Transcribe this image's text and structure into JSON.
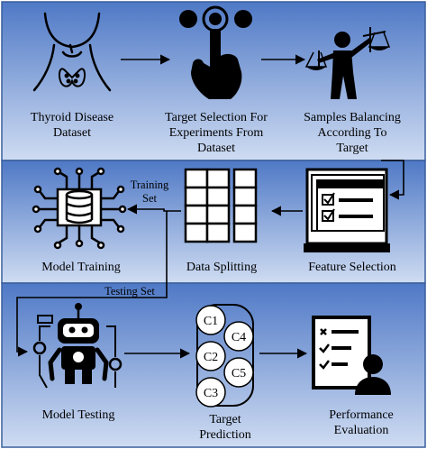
{
  "colors": {
    "panel_top": "#4f79c6",
    "panel_bottom": "#cfdcf2",
    "panel_border": "#3a5f9c",
    "ink": "#000000",
    "arrow": "#000000"
  },
  "nodes": {
    "thyroid_dataset": {
      "label": "Thyroid Disease\nDataset",
      "icon": "thyroid-neck-icon"
    },
    "target_selection": {
      "label": "Target Selection For\nExperiments From\nDataset",
      "icon": "tap-hand-icon"
    },
    "samples_balancing": {
      "label": "Samples Balancing\nAccording To\nTarget",
      "icon": "balance-person-icon"
    },
    "feature_selection": {
      "label": "Feature Selection",
      "icon": "checklist-windows-icon"
    },
    "data_splitting": {
      "label": "Data Splitting",
      "icon": "grid-split-icon"
    },
    "model_training": {
      "label": "Model Training",
      "icon": "circuit-database-icon"
    },
    "model_testing": {
      "label": "Model Testing",
      "icon": "robot-icon"
    },
    "target_prediction": {
      "label": "Target\nPrediction",
      "icon": "class-circles-icon",
      "classes": [
        "C1",
        "C2",
        "C3",
        "C4",
        "C5"
      ]
    },
    "performance_evaluation": {
      "label": "Performance\nEvaluation",
      "icon": "evaluation-clipboard-icon"
    }
  },
  "edge_labels": {
    "training_set": "Training\nSet",
    "testing_set": "Testing Set"
  }
}
